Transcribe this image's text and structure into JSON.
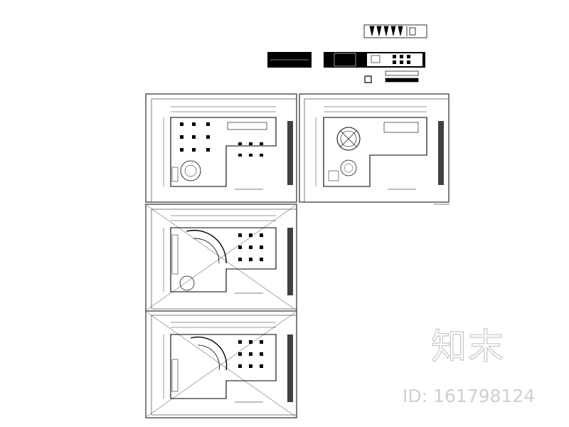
{
  "watermark": {
    "brand": "知末",
    "id_label": "ID:",
    "id_number": "161798124"
  },
  "sheets": [
    {
      "name": "floor-plan-furniture"
    },
    {
      "name": "ceiling-plan"
    },
    {
      "name": "floor-plan-upper-a"
    },
    {
      "name": "floor-plan-upper-b"
    }
  ],
  "colors": {
    "line": "#000000",
    "watermark": "#c8c8c8",
    "background": "#ffffff"
  }
}
